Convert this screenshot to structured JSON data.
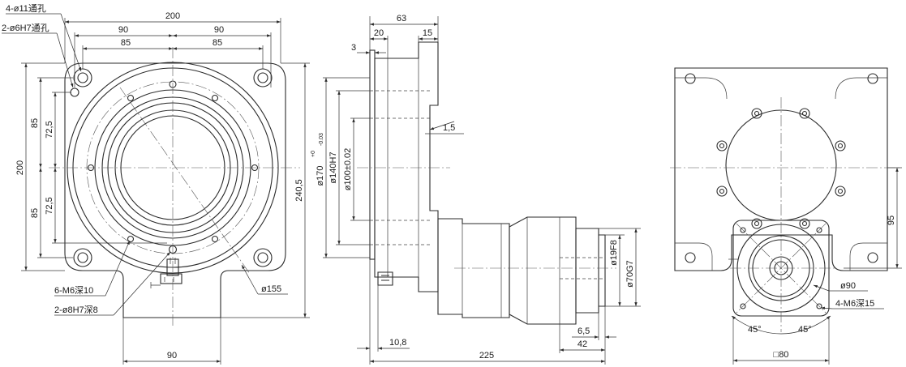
{
  "front_view": {
    "top_width": "200",
    "half_left": "90",
    "half_right": "90",
    "pitch_left": "85",
    "pitch_right": "85",
    "left_height": "200",
    "upper_85": "85",
    "upper_72": "72,5",
    "lower_85": "85",
    "lower_72": "72,5",
    "right_height": "240,5",
    "bottom_width": "90",
    "callout_holes": "4-ø11通孔",
    "callout_pins": "2-ø6H7通孔",
    "callout_threads": "6-M6深10",
    "callout_dowels": "2-ø8H7深8",
    "callout_circle": "ø155"
  },
  "side_view": {
    "overall_top": "63",
    "flange_20": "20",
    "flange_15": "15",
    "gap_3": "3",
    "step_1_5": "1,5",
    "dia_170": "ø170",
    "dia_170_tol_upper": "+0",
    "dia_170_tol_lower": "-0.03",
    "dia_140": "ø140H7",
    "dia_100": "ø100±0.02",
    "shaft_19": "ø19F8",
    "shaft_70": "ø70G7",
    "dim_10_8": "10,8",
    "dim_6_5": "6,5",
    "dim_42": "42",
    "overall_length": "225"
  },
  "rear_view": {
    "height_95": "95",
    "dia_90": "ø90",
    "thread_callout": "4-M6深15",
    "angle_left": "45°",
    "angle_right": "45°",
    "square_80": "□80"
  }
}
